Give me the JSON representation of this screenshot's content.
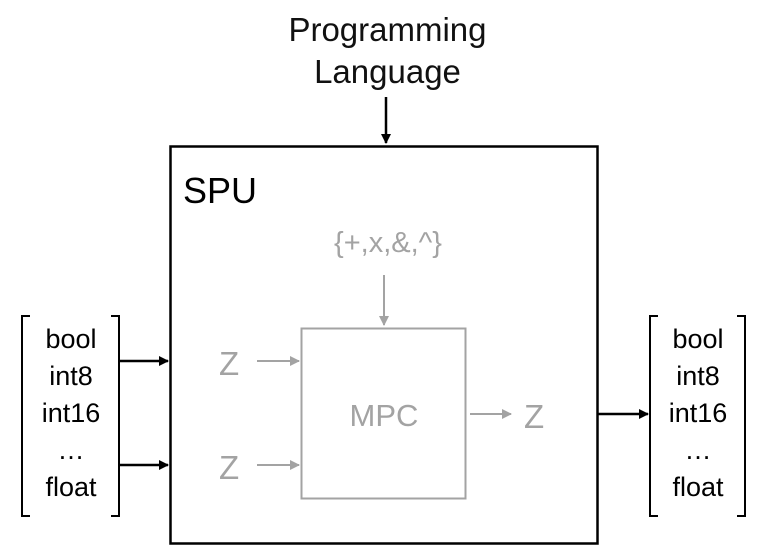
{
  "header": {
    "line1": "Programming",
    "line2": "Language"
  },
  "spu": {
    "title": "SPU"
  },
  "inner": {
    "ops": "{+,x,&,^}",
    "mpc_label": "MPC",
    "z_input_top": "Z",
    "z_input_bottom": "Z",
    "z_output": "Z"
  },
  "input_types": [
    "bool",
    "int8",
    "int16",
    "…",
    "float"
  ],
  "output_types": [
    "bool",
    "int8",
    "int16",
    "…",
    "float"
  ],
  "colors": {
    "primary": "#000000",
    "muted": "#a3a3a3"
  }
}
